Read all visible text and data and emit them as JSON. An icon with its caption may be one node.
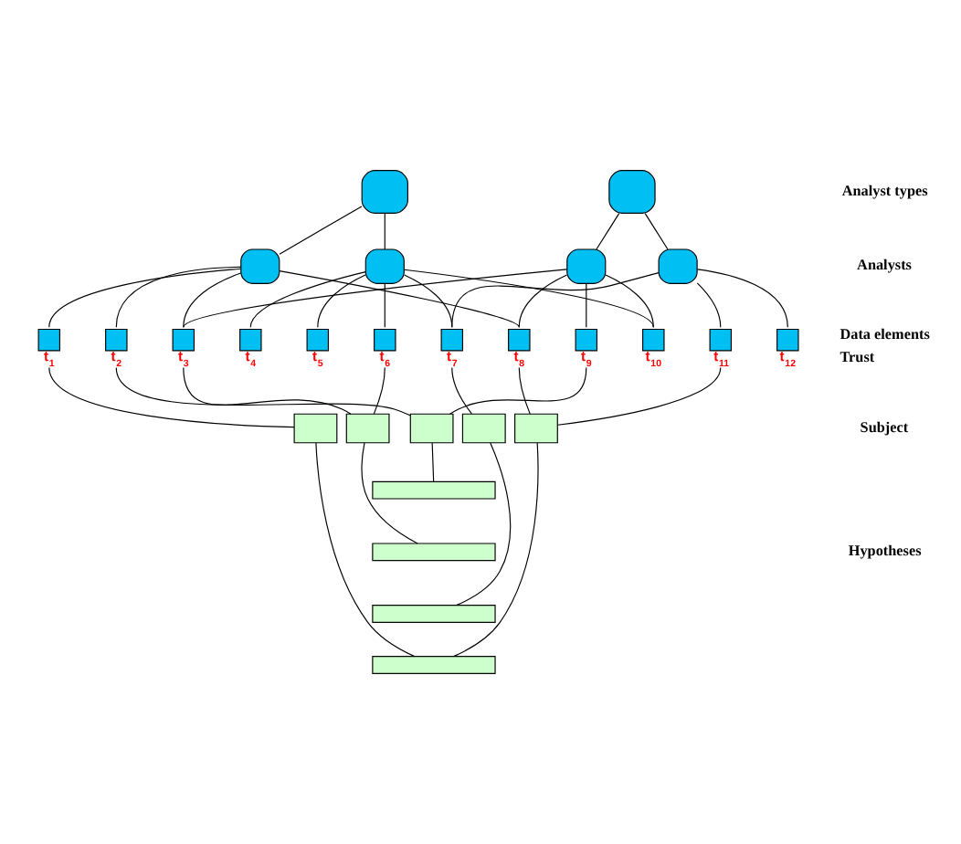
{
  "diagram": {
    "nodes": [
      {
        "text": [],
        "shape": "box"
      },
      {
        "text": [],
        "shape": "box"
      },
      {
        "text": [],
        "shape": "box"
      },
      {
        "text": [],
        "shape": "box"
      },
      {
        "text": [],
        "shape": "box"
      },
      {
        "text": [],
        "shape": "box"
      },
      {
        "text": [],
        "shape": "box",
        "beside": [
          "t$_{1}$"
        ]
      },
      {
        "text": [],
        "shape": "box",
        "beside": [
          "t$_{2}$"
        ]
      },
      {
        "text": [],
        "shape": "box",
        "beside": [
          "t$_{3}$"
        ]
      },
      {
        "text": [],
        "shape": "box",
        "beside": [
          "t$_{4}$"
        ]
      },
      {
        "text": [],
        "shape": "box",
        "beside": [
          "t$_{5}$"
        ]
      },
      {
        "text": [],
        "shape": "box",
        "beside": [
          "t$_{6}$"
        ]
      },
      {
        "text": [],
        "shape": "box",
        "beside": [
          "t$_{7}$"
        ]
      },
      {
        "text": [],
        "shape": "box",
        "beside": [
          "t$_{8}$"
        ]
      },
      {
        "text": [],
        "shape": "box",
        "beside": [
          "t$_{9}$"
        ]
      },
      {
        "text": [],
        "shape": "box",
        "beside": [
          "t$_{10}$"
        ]
      },
      {
        "text": [],
        "shape": "box",
        "beside": [
          "t$_{11}$"
        ]
      },
      {
        "text": [],
        "shape": "box",
        "beside": [
          "t$_{12}$"
        ]
      },
      {
        "text": [],
        "shape": "box"
      },
      {
        "text": [],
        "shape": "box"
      },
      {
        "text": [],
        "shape": "box"
      },
      {
        "text": [],
        "shape": "box"
      },
      {
        "text": [],
        "shape": "box"
      },
      {
        "text": [],
        "shape": "box"
      },
      {
        "text": [],
        "shape": "box"
      },
      {
        "text": [],
        "shape": "box"
      },
      {
        "text": [],
        "shape": "box"
      }
    ],
    "edges": [
      {
        "from": 0,
        "to": 2,
        "arrow": "none"
      },
      {
        "from": 0,
        "to": 3,
        "arrow": "none"
      },
      {
        "from": 1,
        "to": 4,
        "arrow": "none"
      },
      {
        "from": 1,
        "to": 5,
        "arrow": "none"
      },
      {
        "from": 2,
        "to": 6,
        "arrow": "none"
      },
      {
        "from": 2,
        "to": 7,
        "arrow": "none"
      },
      {
        "from": 2,
        "to": 8,
        "arrow": "none"
      },
      {
        "from": 2,
        "to": 13,
        "arrow": "none"
      },
      {
        "from": 3,
        "to": 9,
        "arrow": "none"
      },
      {
        "from": 3,
        "to": 10,
        "arrow": "none"
      },
      {
        "from": 3,
        "to": 11,
        "arrow": "none"
      },
      {
        "from": 3,
        "to": 12,
        "arrow": "none"
      },
      {
        "from": 3,
        "to": 15,
        "arrow": "none"
      },
      {
        "from": 4,
        "to": 8,
        "arrow": "none"
      },
      {
        "from": 4,
        "to": 13,
        "arrow": "none"
      },
      {
        "from": 4,
        "to": 14,
        "arrow": "none"
      },
      {
        "from": 4,
        "to": 15,
        "arrow": "none"
      },
      {
        "from": 5,
        "to": 12,
        "arrow": "none"
      },
      {
        "from": 5,
        "to": 16,
        "arrow": "none"
      },
      {
        "from": 5,
        "to": 17,
        "arrow": "none"
      },
      {
        "from": 6,
        "to": 18,
        "arrow": "none"
      },
      {
        "from": 7,
        "to": 20,
        "arrow": "none"
      },
      {
        "from": 8,
        "to": 19,
        "arrow": "none"
      },
      {
        "from": 11,
        "to": 19,
        "arrow": "none"
      },
      {
        "from": 14,
        "to": 20,
        "arrow": "none"
      },
      {
        "from": 12,
        "to": 21,
        "arrow": "none"
      },
      {
        "from": 13,
        "to": 22,
        "arrow": "none"
      },
      {
        "from": 16,
        "to": 22,
        "arrow": "none"
      },
      {
        "from": 18,
        "to": 26,
        "arrow": "none"
      },
      {
        "from": 19,
        "to": 24,
        "arrow": "none"
      },
      {
        "from": 20,
        "to": 23,
        "arrow": "none"
      },
      {
        "from": 21,
        "to": 25,
        "arrow": "none"
      },
      {
        "from": 22,
        "to": 26,
        "arrow": "none"
      }
    ],
    "labels": [
      "Analyst types",
      "Analysts",
      "Data elements",
      "Trust",
      "Subject",
      "Hypotheses"
    ]
  }
}
